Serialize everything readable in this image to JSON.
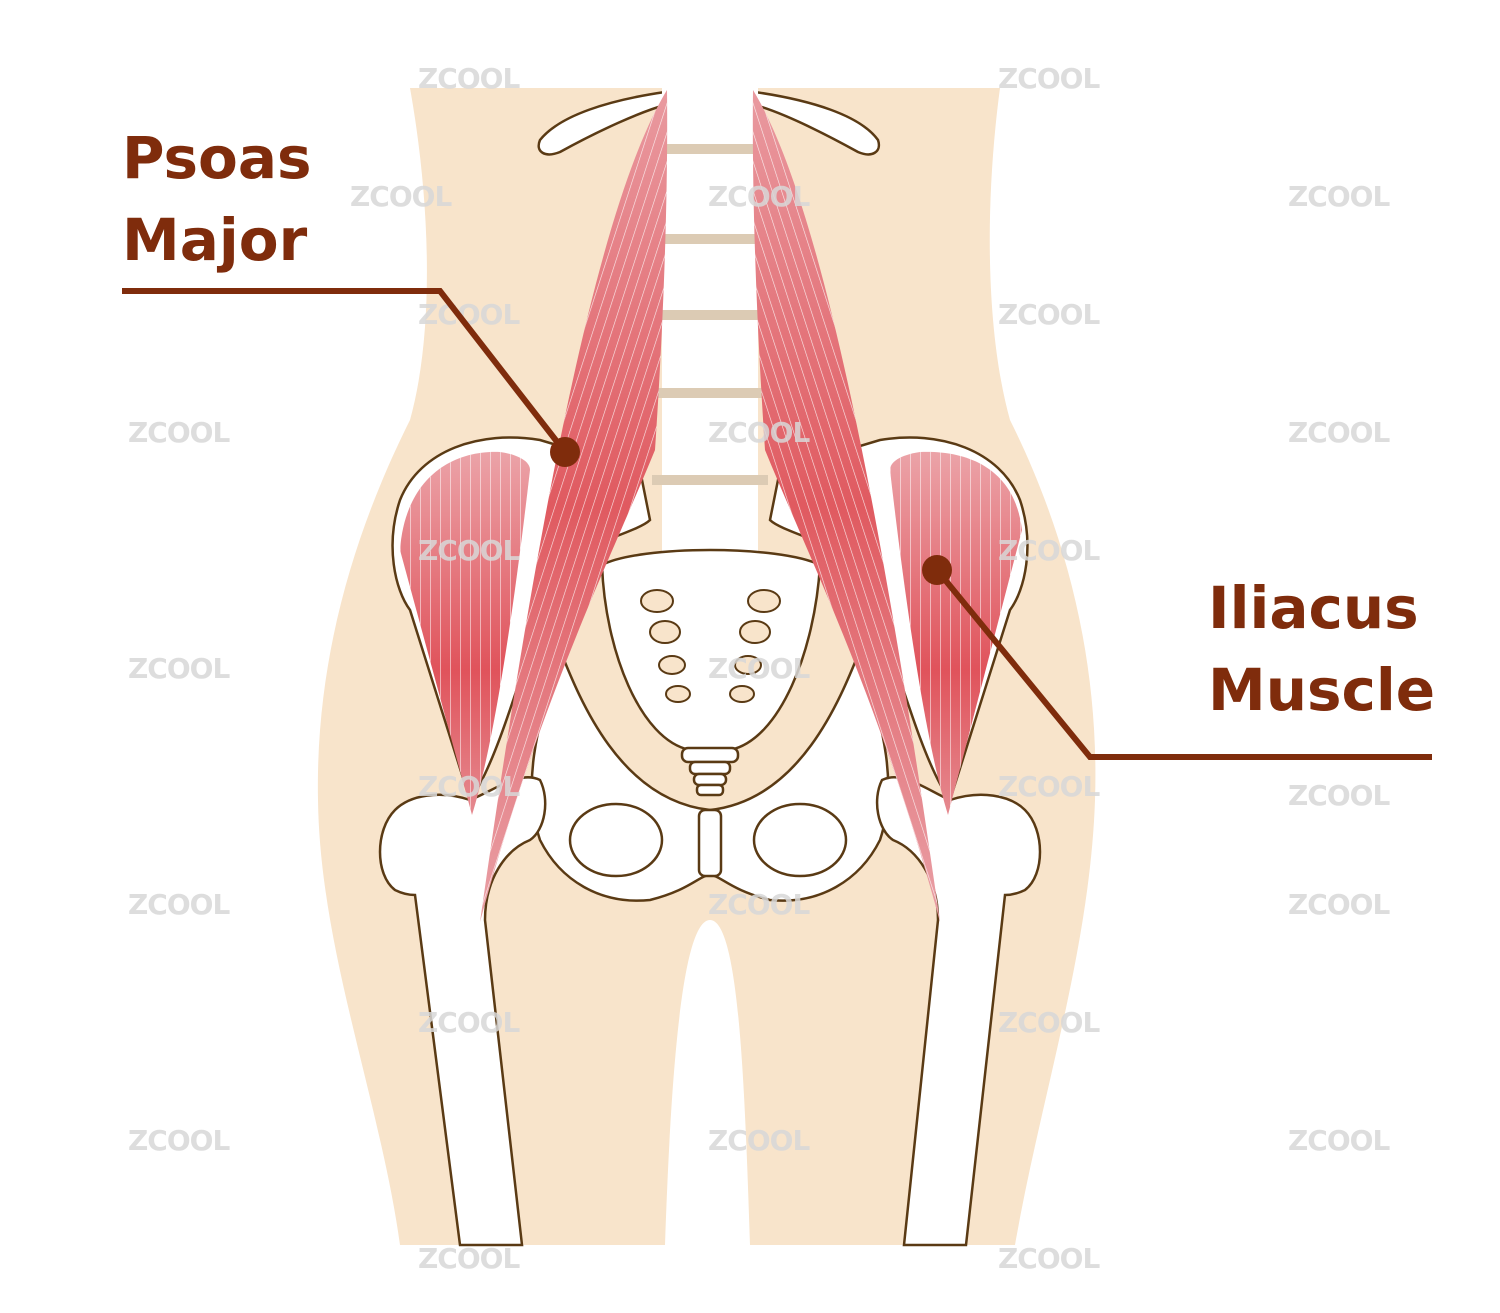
{
  "labels": {
    "psoas": {
      "line1": "Psoas",
      "line2": "Major"
    },
    "iliacus": {
      "line1": "Iliacus",
      "line2": "Muscle"
    }
  },
  "watermark": "ZCOOL",
  "colors": {
    "label": "#7f2c0c",
    "skin": "#f8e4cb",
    "muscle_dark": "#e0535b",
    "muscle_light": "#eba3a8",
    "disc": "#dccbb4",
    "bone_outline": "#5a3a14"
  }
}
